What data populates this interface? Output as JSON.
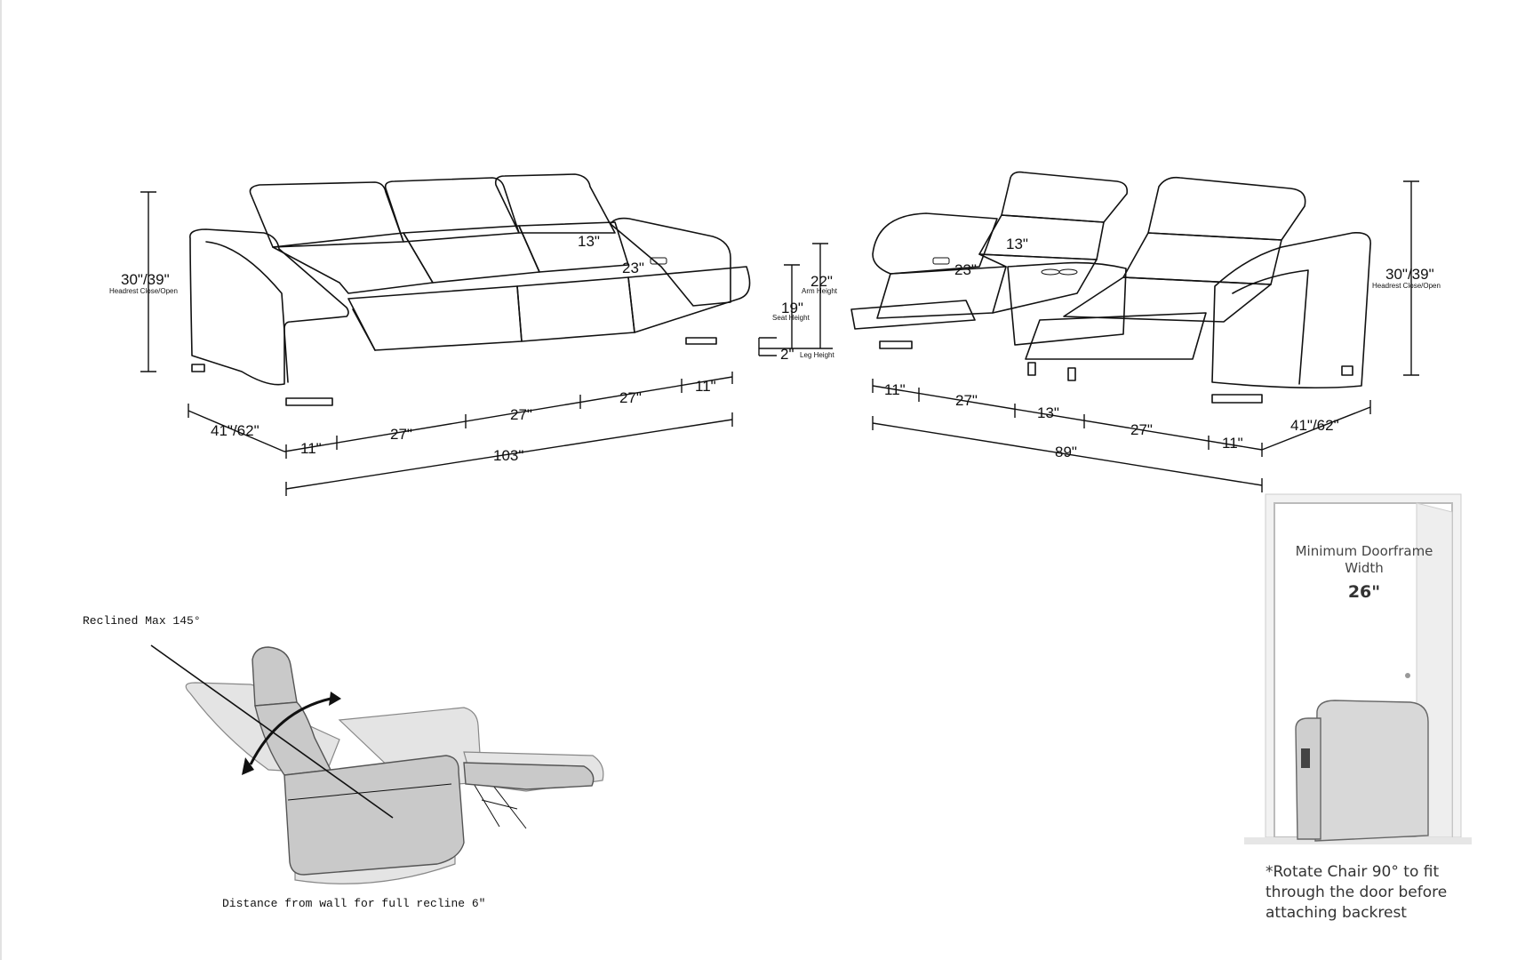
{
  "sofa": {
    "height_label": "30\"/39\"",
    "height_sub": "Headrest Close/Open",
    "depth_label": "41\"/62\"",
    "headrest_label": "13\"",
    "seat_depth_label": "23\"",
    "segments": [
      "11\"",
      "27\"",
      "27\"",
      "27\"",
      "11\""
    ],
    "total_width": "103\""
  },
  "side_dims": {
    "arm_height": "22\"",
    "arm_height_sub": "Arm Height",
    "seat_height": "19\"",
    "seat_height_sub": "Seat Height",
    "leg_height": "2\"",
    "leg_height_sub": "Leg Height"
  },
  "loveseat": {
    "height_label": "30\"/39\"",
    "height_sub": "Headrest Close/Open",
    "depth_label": "41\"/62\"",
    "headrest_label": "13\"",
    "seat_depth_label": "23\"",
    "segments": [
      "11\"",
      "27\"",
      "13\"",
      "27\"",
      "11\""
    ],
    "total_width": "89\""
  },
  "recliner": {
    "angle_label": "Reclined Max 145°",
    "wall_distance_label": "Distance from wall for full recline 6\""
  },
  "doorframe": {
    "title_line1": "Minimum Doorframe",
    "title_line2": "Width",
    "value": "26\"",
    "note_line1": "*Rotate Chair 90° to fit",
    "note_line2": "through the door before",
    "note_line3": "attaching backrest"
  }
}
